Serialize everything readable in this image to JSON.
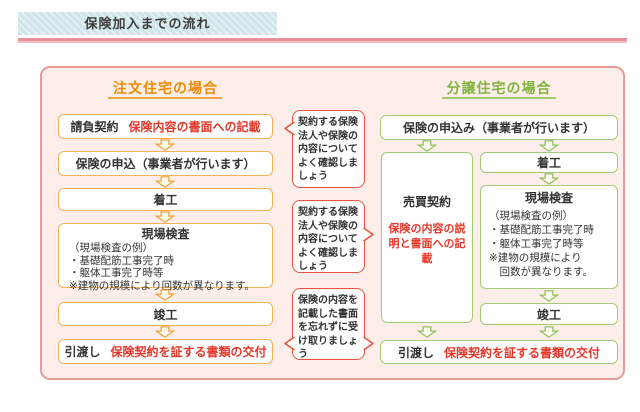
{
  "header": {
    "title": "保険加入までの流れ"
  },
  "colors": {
    "header_bg": "#cfe4eb",
    "rule_pink": "#e9909b",
    "panel_border": "#e79b99",
    "panel_bg": "#fdeeea",
    "orange_title": "#ef8a00",
    "orange_box_border": "#f3b25a",
    "green_title": "#7eb43e",
    "green_box_border": "#a3cb77",
    "red_text": "#e5382b",
    "bubble_border": "#ea543e"
  },
  "custom_flow": {
    "title": "注文住宅の場合",
    "step1_label": "請負契約",
    "step1_note": "保険内容の書面への記載",
    "step2": "保険の申込（事業者が行います）",
    "step3": "着工",
    "inspection_title": "現場検査",
    "inspection_lines": [
      "（現場検査の例）",
      "・基礎配筋工事完了時",
      "・躯体工事完了時等",
      "※建物の規模により回数が異なります。"
    ],
    "step5": "竣工",
    "step6_label": "引渡し",
    "step6_note": "保険契約を証する書類の交付"
  },
  "middle_notes": {
    "note1": "契約する保険法人や保険の内容についてよく確認しましょう",
    "note2": "契約する保険法人や保険の内容についてよく確認しましょう",
    "note3": "保険の内容を記載した書面を忘れずに受け取りましょう"
  },
  "subdivision_flow": {
    "title": "分譲住宅の場合",
    "step1": "保険の申込み（事業者が行います）",
    "contract_label": "売買契約",
    "contract_note": "保険の内容の説明と書面への記載",
    "step2": "着工",
    "inspection_title": "現場検査",
    "inspection_lines": [
      "（現場検査の例）",
      "・基礎配筋工事完了時",
      "・躯体工事完了時等",
      "※建物の規模により",
      "　回数が異なります。"
    ],
    "step4": "竣工",
    "step5_label": "引渡し",
    "step5_note": "保険契約を証する書類の交付"
  }
}
